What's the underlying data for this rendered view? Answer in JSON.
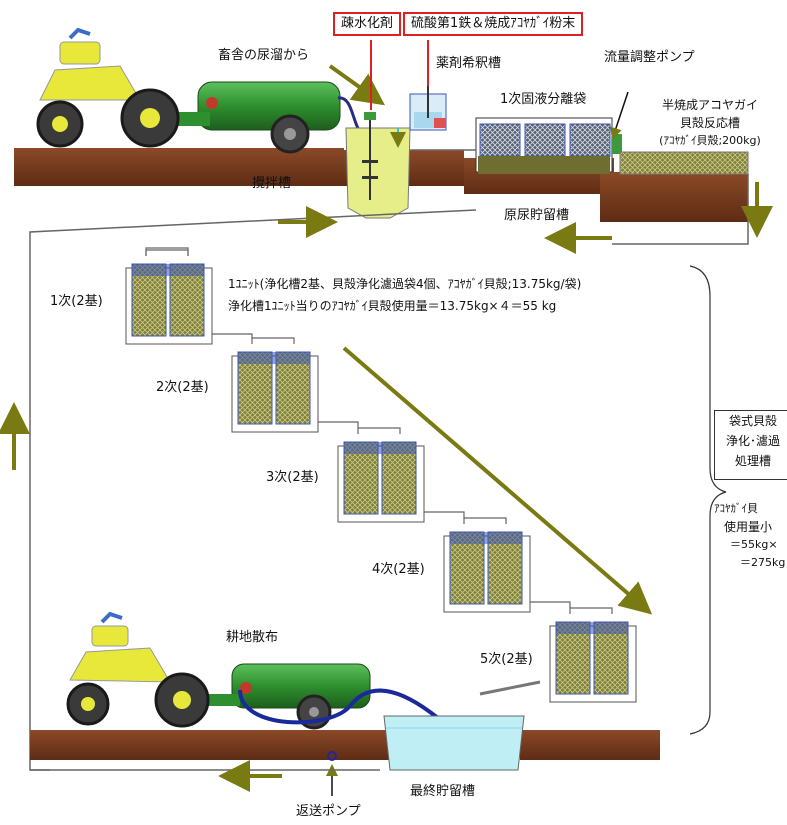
{
  "reagents": {
    "dewatering_agent": "疎水化剤",
    "iron_sulfate_shell": "硫酸第1鉄＆焼成ｱｺﾔｶﾞｲ粉末"
  },
  "labels": {
    "from_manure_pit": "畜舎の尿溜から",
    "dilution_tank": "薬剤希釈槽",
    "flow_pump": "流量調整ポンプ",
    "separation_bag": "1次固液分離袋",
    "reaction_tank_1": "半焼成アコヤガイ",
    "reaction_tank_2": "貝殻反応槽",
    "reaction_tank_3": "(ｱｺﾔｶﾞｲ貝殻;200kg)",
    "mixing_tank": "攪拌槽",
    "urine_storage": "原尿貯留槽",
    "unit_desc": "1ﾕﾆｯﾄ(浄化槽2基、貝殻浄化濾過袋4個、ｱｺﾔｶﾞｲ貝殻;13.75kg/袋)",
    "usage_desc": "浄化槽1ﾕﾆｯﾄ当りのｱｺﾔｶﾞｲ貝殻使用量＝13.75kg×４＝55 kg",
    "field_spread": "耕地散布",
    "final_storage": "最終貯留槽",
    "return_pump": "返送ポンプ"
  },
  "stages": [
    "1次(2基)",
    "2次(2基)",
    "3次(2基)",
    "4次(2基)",
    "5次(2基)"
  ],
  "side_box": [
    "袋式貝殻",
    "浄化･濾過",
    "処理槽"
  ],
  "side_note": [
    "ｱｺﾔｶﾞｲ貝",
    "使用量小",
    "＝55kg×",
    "＝275kg"
  ],
  "colors": {
    "soil": "#7a3d22",
    "arrow": "#7a7a12",
    "tractor": "#e8e83a",
    "tank_green": "#2e8f2e",
    "shell_fill": "#8a8a3a",
    "net_blue": "#3c56b8",
    "water": "#bfeef4",
    "red_frame": "#e02020"
  }
}
